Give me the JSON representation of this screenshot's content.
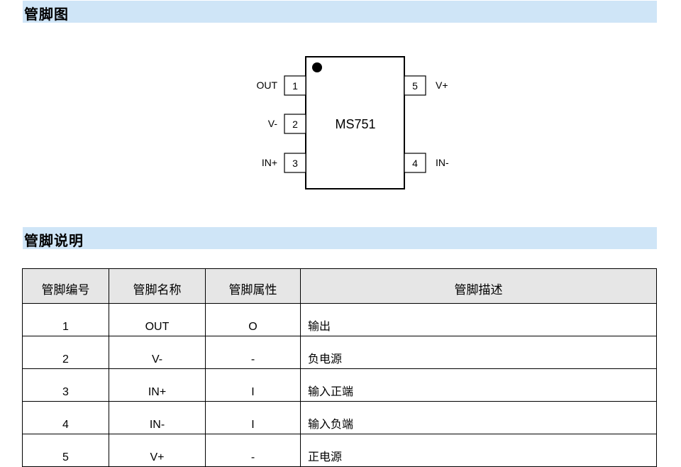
{
  "sections": {
    "pinout_title": "管脚图",
    "description_title": "管脚说明"
  },
  "chip": {
    "name": "MS751",
    "pins": [
      {
        "number": "1",
        "label": "OUT"
      },
      {
        "number": "2",
        "label": "V-"
      },
      {
        "number": "3",
        "label": "IN+"
      },
      {
        "number": "4",
        "label": "IN-"
      },
      {
        "number": "5",
        "label": "V+"
      }
    ]
  },
  "table": {
    "headers": [
      "管脚编号",
      "管脚名称",
      "管脚属性",
      "管脚描述"
    ],
    "rows": [
      [
        "1",
        "OUT",
        "O",
        "输出"
      ],
      [
        "2",
        "V-",
        "-",
        "负电源"
      ],
      [
        "3",
        "IN+",
        "I",
        "输入正端"
      ],
      [
        "4",
        "IN-",
        "I",
        "输入负端"
      ],
      [
        "5",
        "V+",
        "-",
        "正电源"
      ]
    ]
  }
}
